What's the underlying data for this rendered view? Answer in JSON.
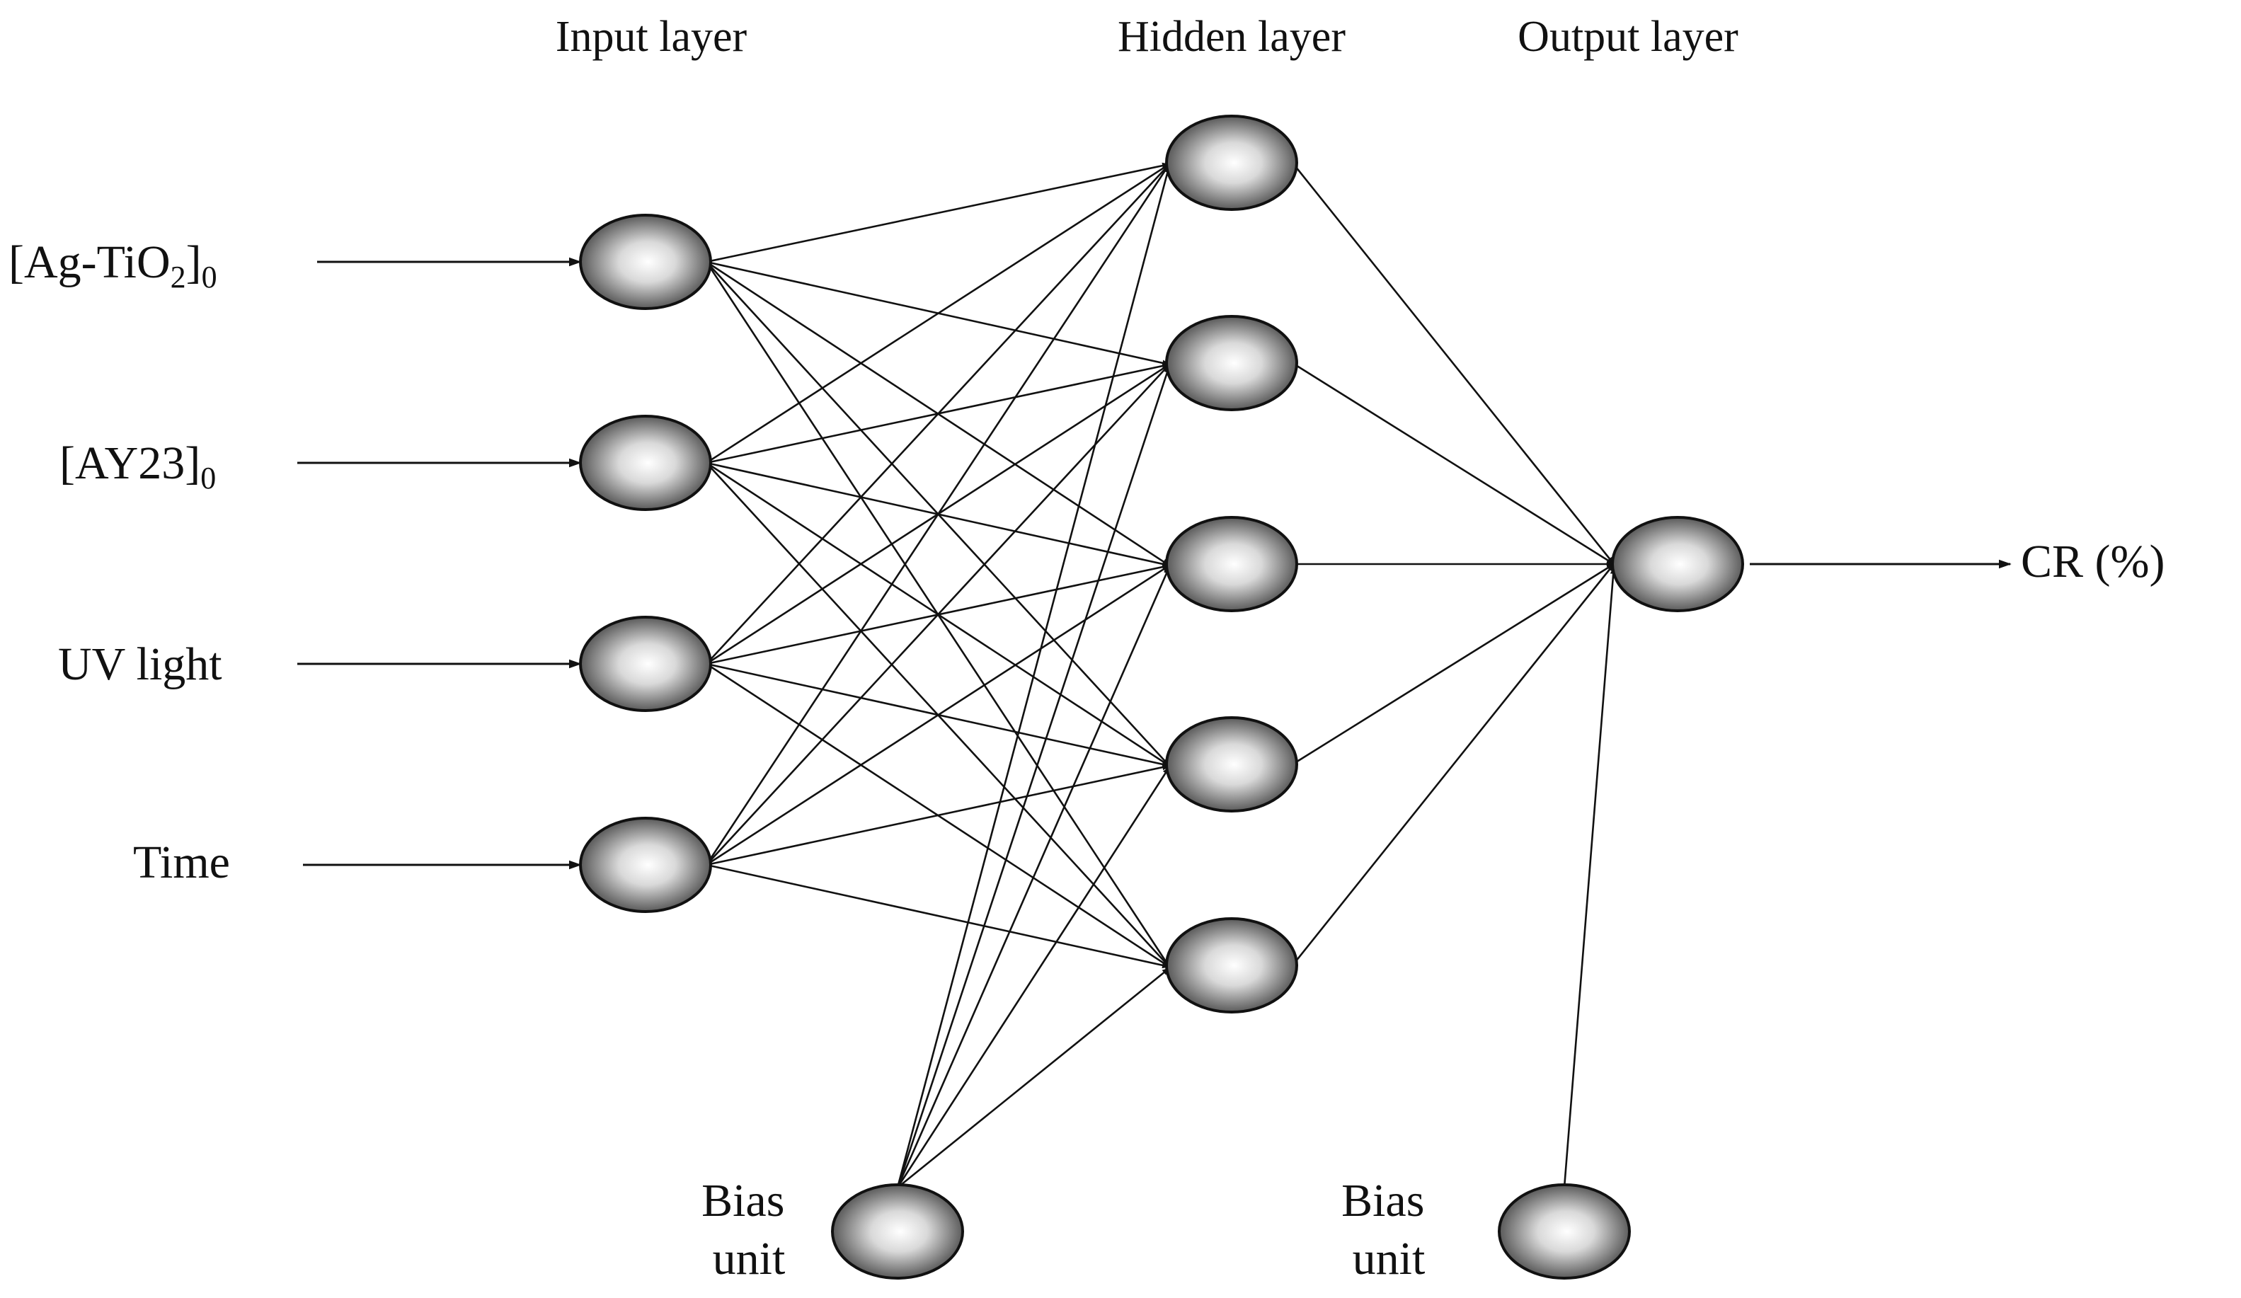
{
  "layers": {
    "input_title": "Input layer",
    "hidden_title": "Hidden layer",
    "output_title": "Output layer"
  },
  "inputs": [
    {
      "main": "[Ag-TiO",
      "sub1": "2",
      "close": "]",
      "sub2": "0"
    },
    {
      "main": "[AY23]",
      "sub1": "",
      "close": "",
      "sub2": "0"
    },
    {
      "main": "UV light",
      "sub1": "",
      "close": "",
      "sub2": ""
    },
    {
      "main": "Time",
      "sub1": "",
      "close": "",
      "sub2": ""
    }
  ],
  "output_label": "CR (%)",
  "bias_hidden": {
    "line1": "Bias",
    "line2": "unit"
  },
  "bias_output": {
    "line1": "Bias",
    "line2": "unit"
  },
  "network": {
    "input_count": 4,
    "hidden_count": 5,
    "output_count": 1
  },
  "colors": {
    "line": "#111111",
    "node_highlight": "#ffffff",
    "node_shade": "#2a2a2a"
  }
}
